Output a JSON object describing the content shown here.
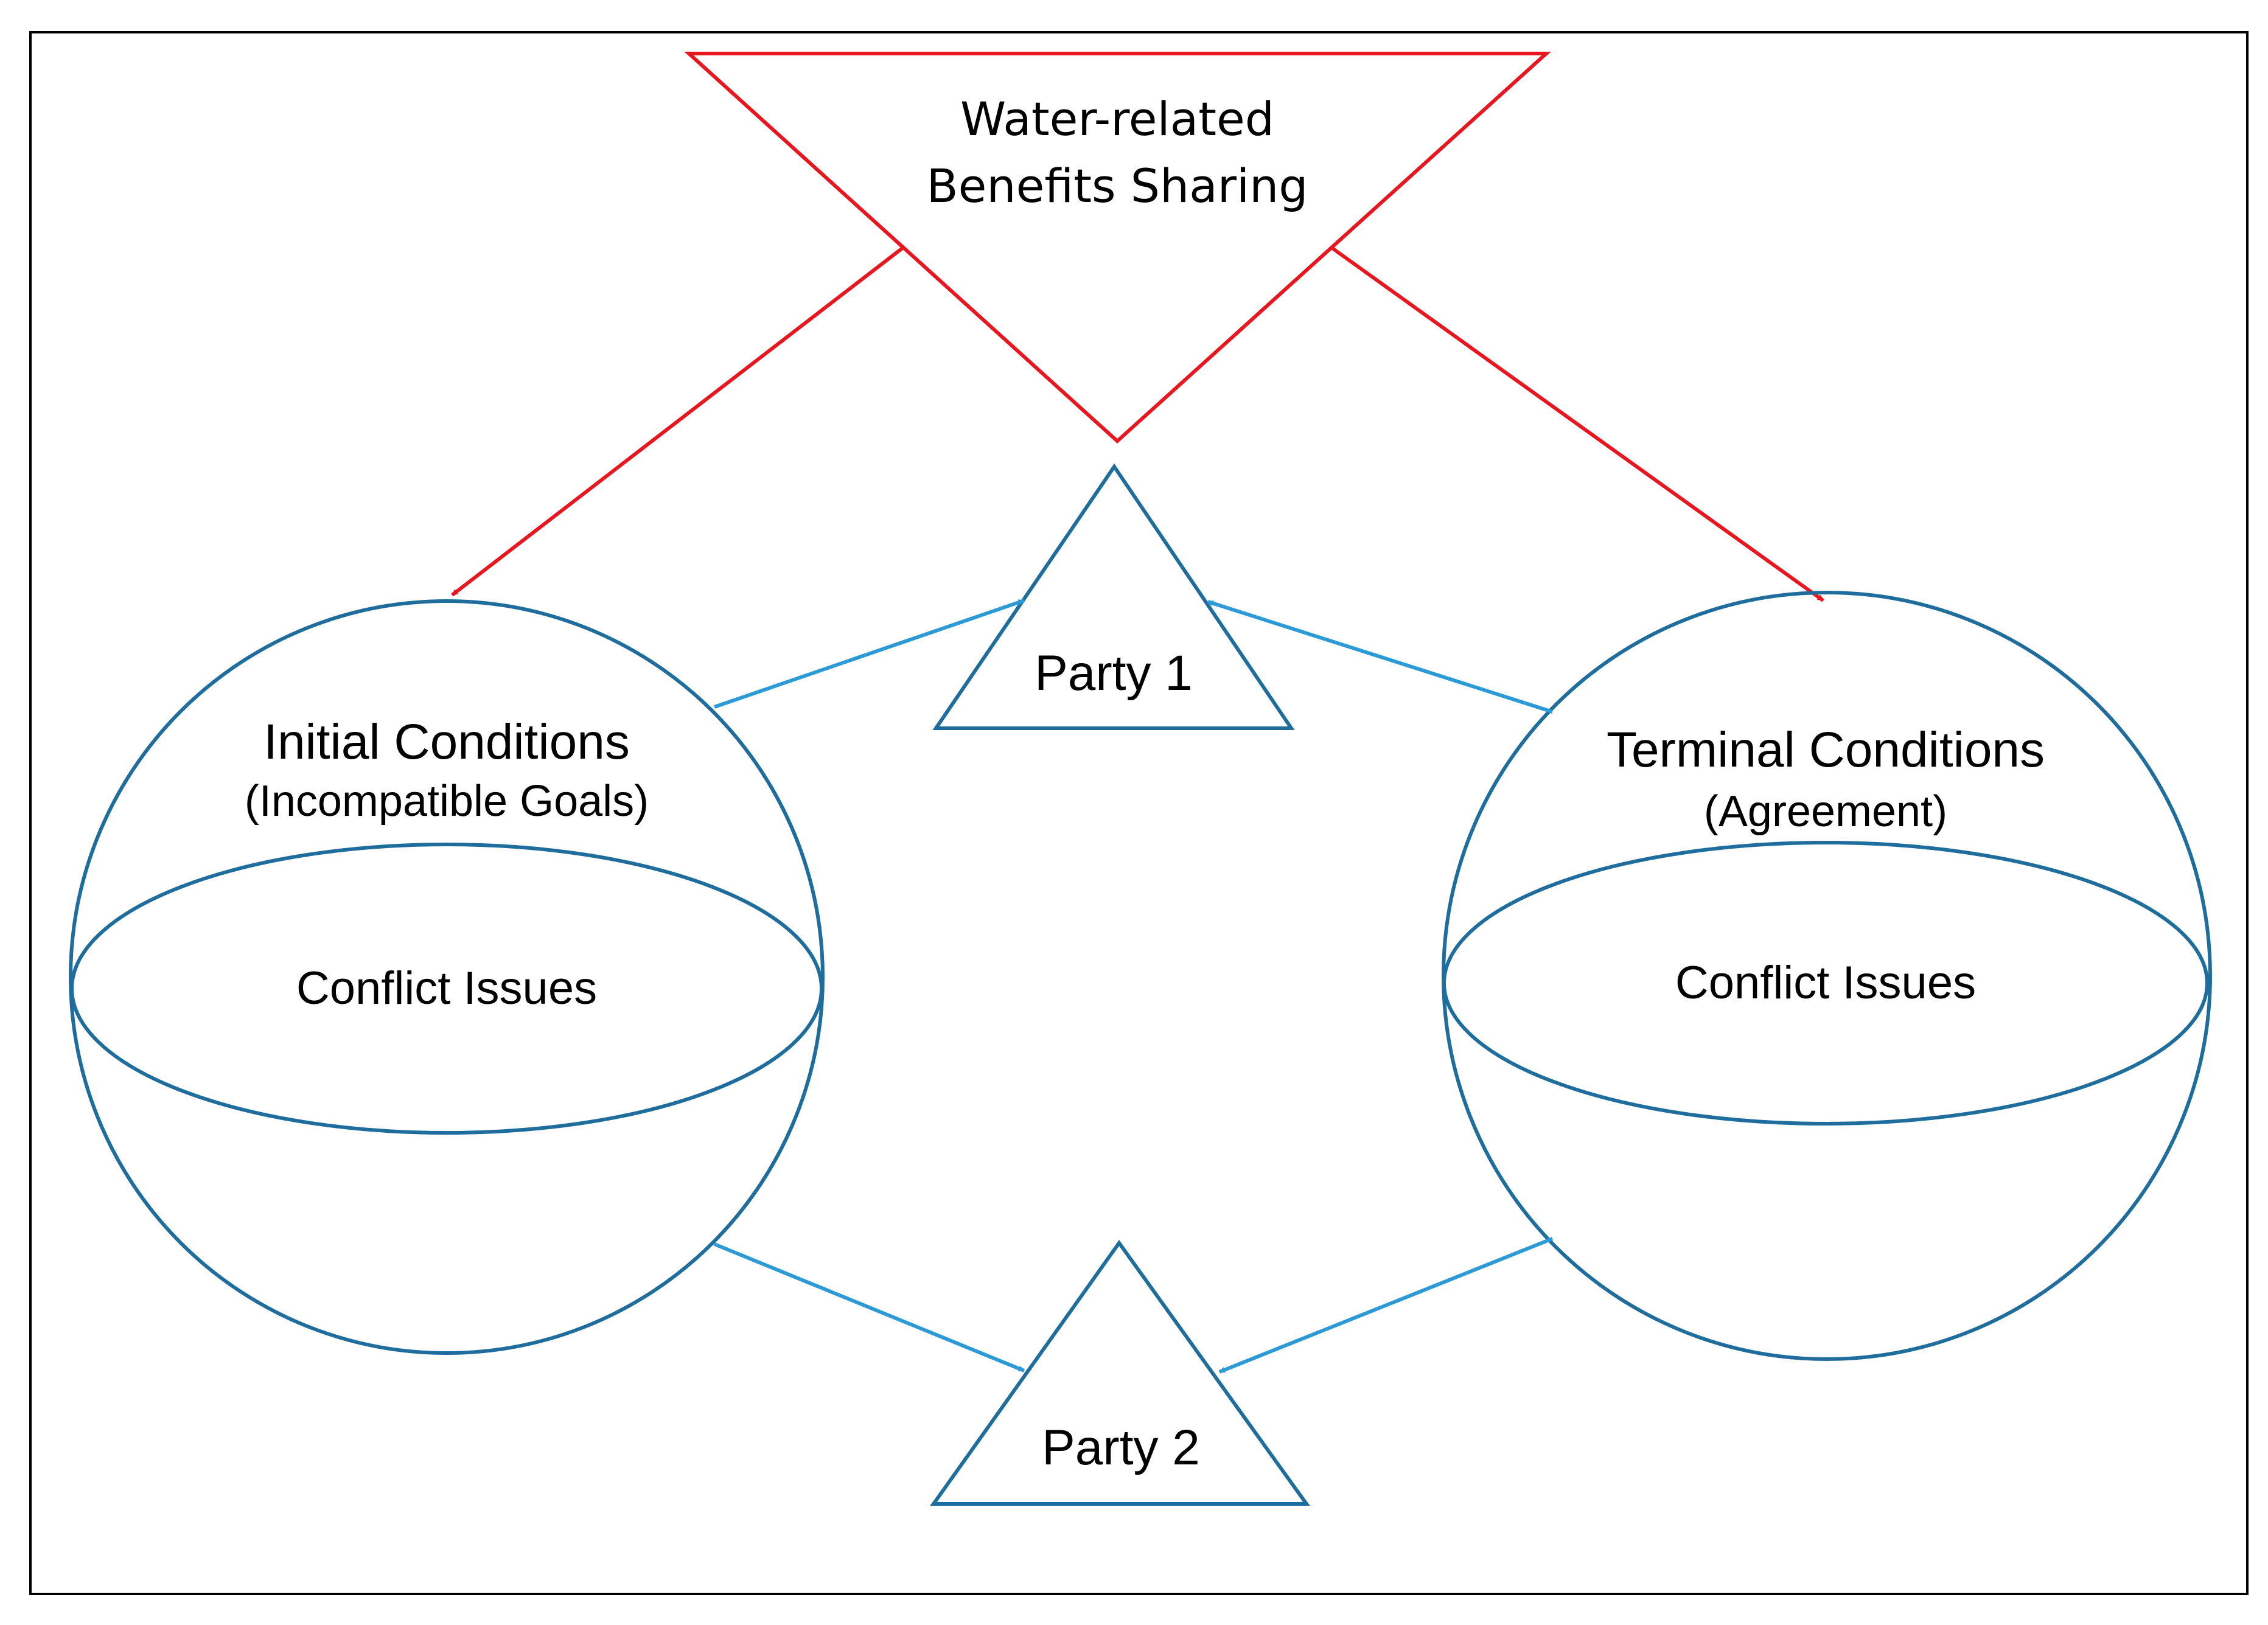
{
  "colors": {
    "frame": "#000000",
    "benefit_stroke": "#e8171f",
    "shape_stroke": "#1f6d9c",
    "link_stroke": "#2b9ad6",
    "background": "#ffffff"
  },
  "benefits": {
    "line1": "Water-related",
    "line2": "Benefits Sharing"
  },
  "party1": {
    "label": "Party 1"
  },
  "party2": {
    "label": "Party 2"
  },
  "initial": {
    "title": "Initial Conditions",
    "subtitle": "(Incompatible Goals)",
    "issues": "Conflict Issues"
  },
  "terminal": {
    "title": "Terminal Conditions",
    "subtitle": "(Agreement)",
    "issues": "Conflict Issues"
  }
}
